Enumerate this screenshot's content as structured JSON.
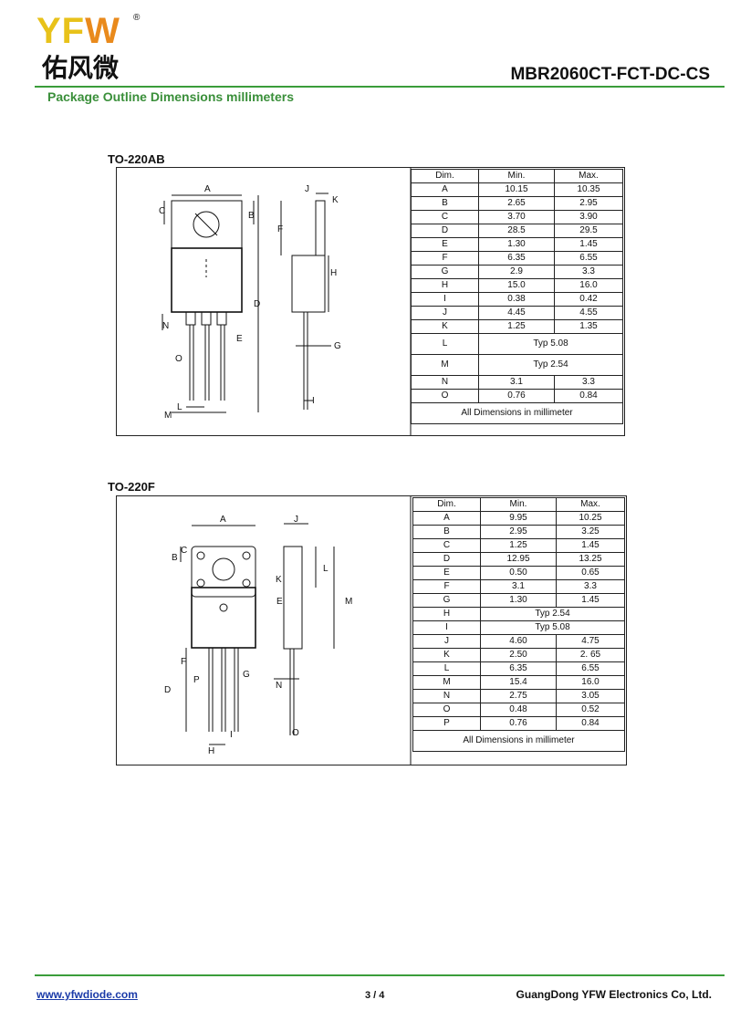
{
  "header": {
    "logo_latin": "YFW",
    "logo_cn": "佑风微",
    "registered_mark": "®",
    "doc_title": "MBR2060CT-FCT-DC-CS",
    "subtitle": "Package Outline Dimensions millimeters"
  },
  "colors": {
    "brand_green": "#3a9d3a",
    "logo_yellow": "#e8c21a",
    "logo_orange": "#e98a1c",
    "link_blue": "#1a3aa8"
  },
  "packages": [
    {
      "label": "TO-220AB",
      "header": [
        "Dim.",
        "Min.",
        "Max."
      ],
      "rows": [
        {
          "dim": "A",
          "min": "10.15",
          "max": "10.35"
        },
        {
          "dim": "B",
          "min": "2.65",
          "max": "2.95"
        },
        {
          "dim": "C",
          "min": "3.70",
          "max": "3.90"
        },
        {
          "dim": "D",
          "min": "28.5",
          "max": "29.5"
        },
        {
          "dim": "E",
          "min": "1.30",
          "max": "1.45"
        },
        {
          "dim": "F",
          "min": "6.35",
          "max": "6.55"
        },
        {
          "dim": "G",
          "min": "2.9",
          "max": "3.3"
        },
        {
          "dim": "H",
          "min": "15.0",
          "max": "16.0"
        },
        {
          "dim": "I",
          "min": "0.38",
          "max": "0.42"
        },
        {
          "dim": "J",
          "min": "4.45",
          "max": "4.55"
        },
        {
          "dim": "K",
          "min": "1.25",
          "max": "1.35"
        },
        {
          "dim": "L",
          "typ": "Typ 5.08"
        },
        {
          "dim": "M",
          "typ": "Typ 2.54"
        },
        {
          "dim": "N",
          "min": "3.1",
          "max": "3.3"
        },
        {
          "dim": "O",
          "min": "0.76",
          "max": "0.84"
        }
      ],
      "footer": "All Dimensions in millimeter",
      "drawing_labels": [
        "A",
        "B",
        "C",
        "D",
        "E",
        "F",
        "G",
        "H",
        "I",
        "J",
        "K",
        "L",
        "M",
        "N",
        "O"
      ]
    },
    {
      "label": "TO-220F",
      "header": [
        "Dim.",
        "Min.",
        "Max."
      ],
      "rows": [
        {
          "dim": "A",
          "min": "9.95",
          "max": "10.25"
        },
        {
          "dim": "B",
          "min": "2.95",
          "max": "3.25"
        },
        {
          "dim": "C",
          "min": "1.25",
          "max": "1.45"
        },
        {
          "dim": "D",
          "min": "12.95",
          "max": "13.25"
        },
        {
          "dim": "E",
          "min": "0.50",
          "max": "0.65"
        },
        {
          "dim": "F",
          "min": "3.1",
          "max": "3.3"
        },
        {
          "dim": "G",
          "min": "1.30",
          "max": "1.45"
        },
        {
          "dim": "H",
          "typ": "Typ 2.54"
        },
        {
          "dim": "I",
          "typ": "Typ 5.08"
        },
        {
          "dim": "J",
          "min": "4.60",
          "max": "4.75"
        },
        {
          "dim": "K",
          "min": "2.50",
          "max": "2. 65"
        },
        {
          "dim": "L",
          "min": "6.35",
          "max": "6.55"
        },
        {
          "dim": "M",
          "min": "15.4",
          "max": "16.0"
        },
        {
          "dim": "N",
          "min": "2.75",
          "max": "3.05"
        },
        {
          "dim": "O",
          "min": "0.48",
          "max": "0.52"
        },
        {
          "dim": "P",
          "min": "0.76",
          "max": "0.84"
        }
      ],
      "footer": "All Dimensions in millimeter",
      "drawing_labels": [
        "A",
        "B",
        "C",
        "D",
        "E",
        "F",
        "G",
        "H",
        "I",
        "J",
        "K",
        "L",
        "M",
        "N",
        "O",
        "P"
      ]
    }
  ],
  "footer": {
    "website": "www.yfwdiode.com",
    "page": "3 / 4",
    "company": "GuangDong YFW Electronics Co, Ltd."
  }
}
